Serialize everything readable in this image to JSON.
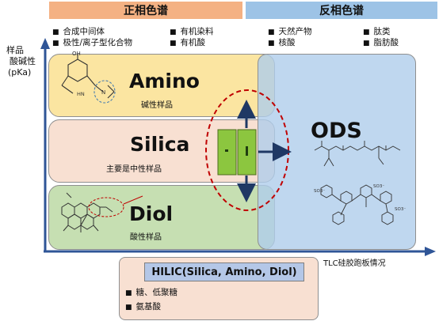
{
  "header": {
    "normal_phase": "正相色谱",
    "reverse_phase": "反相色谱"
  },
  "normal_phase_items": [
    "合成中间体",
    "有机染料",
    "极性/离子型化合物",
    "有机酸"
  ],
  "reverse_phase_items": [
    "天然产物",
    "肽类",
    "核酸",
    "脂肪酸"
  ],
  "y_axis_label": [
    "样品",
    "酸碱性",
    "(pKa)"
  ],
  "x_axis_label": "TLC硅胶跑板情况",
  "phases": {
    "amino": {
      "name": "Amino",
      "desc": "碱性样品"
    },
    "silica": {
      "name": "Silica",
      "desc": "主要是中性样品"
    },
    "diol": {
      "name": "Diol",
      "desc": "酸性样品"
    },
    "ods": {
      "name": "ODS"
    }
  },
  "hilic": {
    "title": "HILIC(Silica, Amino, Diol)",
    "items": [
      "糖、低聚糖",
      "氨基酸"
    ]
  },
  "colors": {
    "normal_header": "#f4b183",
    "reverse_header": "#9dc3e6",
    "amino": "#fbe5a1",
    "silica": "#f8e0d2",
    "diol": "#c6dfb2",
    "ods": "#afcdeb",
    "axis": "#2f5597",
    "ellipse": "#c00000",
    "tlc_plate": "#8cc63f"
  }
}
